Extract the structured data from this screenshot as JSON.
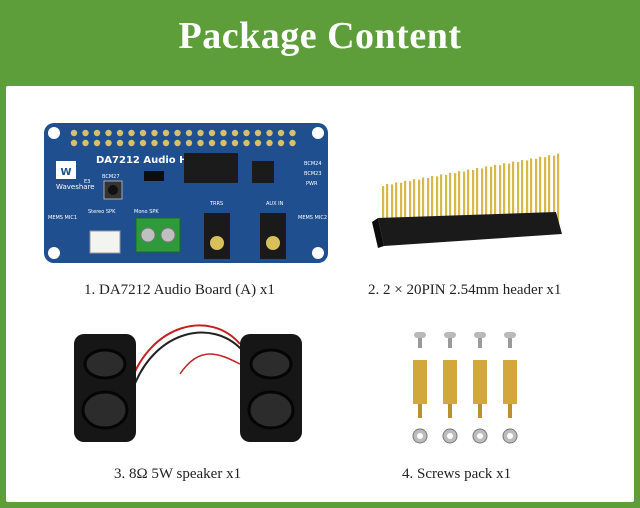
{
  "title": "Package Content",
  "board": {
    "brand": "Waveshare",
    "model": "DA7212 Audio HAT",
    "labels": [
      "BCM27",
      "Stereo SPK",
      "Mono SPK",
      "TRRS",
      "AUX IN",
      "MEMS MIC1",
      "MEMS MIC2",
      "BCM24",
      "BCM23",
      "PWR",
      "E3"
    ]
  },
  "items": [
    {
      "caption": "1. DA7212 Audio Board (A) x1"
    },
    {
      "caption": "2. 2 × 20PIN 2.54mm header x1"
    },
    {
      "caption": "3. 8Ω 5W speaker x1"
    },
    {
      "caption": "4. Screws pack x1"
    }
  ],
  "colors": {
    "frame": "#5e9e3a",
    "board": "#1f4f8f",
    "header": "#1a1a1a",
    "pin": "#d9b84a",
    "brass": "#d2a83c"
  }
}
